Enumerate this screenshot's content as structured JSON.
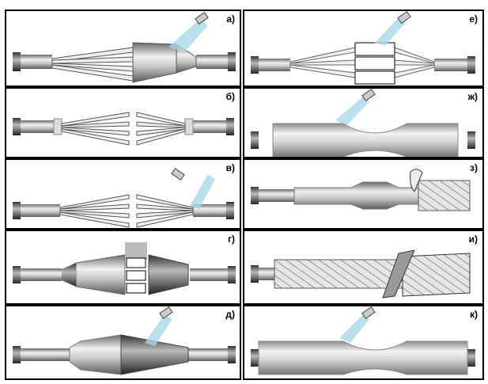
{
  "panels": [
    {
      "id": "a",
      "label": "а)"
    },
    {
      "id": "b",
      "label": "б)"
    },
    {
      "id": "v",
      "label": "в)"
    },
    {
      "id": "g",
      "label": "г)"
    },
    {
      "id": "d",
      "label": "д)"
    },
    {
      "id": "e",
      "label": "е)"
    },
    {
      "id": "zh",
      "label": "ж)"
    },
    {
      "id": "z",
      "label": "з)"
    },
    {
      "id": "i",
      "label": "и)"
    },
    {
      "id": "k",
      "label": "к)"
    }
  ]
}
